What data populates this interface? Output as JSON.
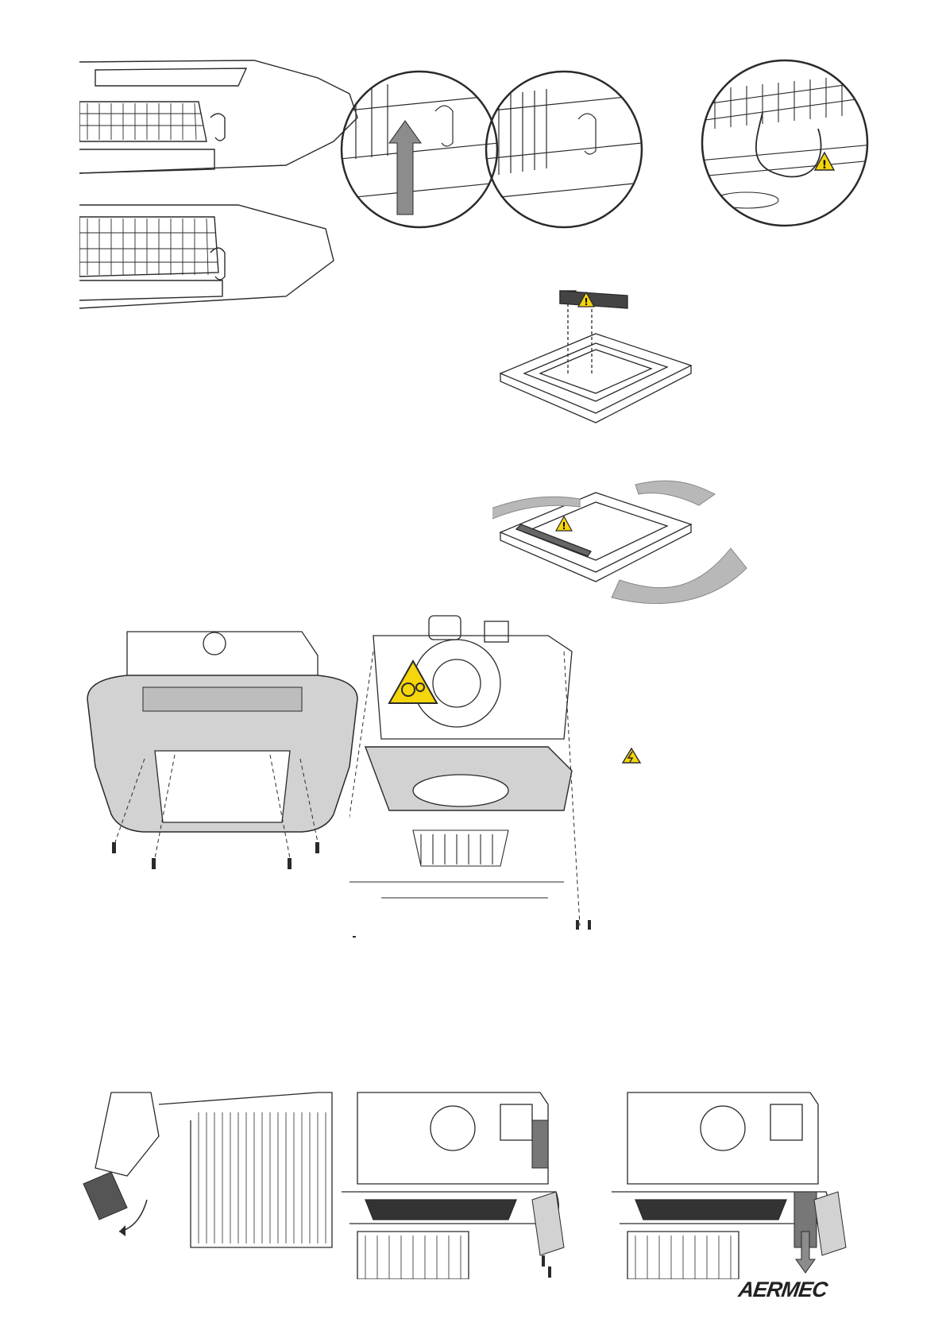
{
  "document": {
    "brand": "AERMEC",
    "colors": {
      "line": "#2a2a2a",
      "panel_grey": "#d2d2d2",
      "warning_yellow": "#f5d50b",
      "arrow_grey": "#8c8c8c"
    },
    "figures": [
      {
        "name": "grille-hook-detail",
        "icons": [
          "hook-icon",
          "up-arrow-icon"
        ]
      },
      {
        "name": "safety-cable-detail",
        "icons": [
          "warning-icon"
        ]
      },
      {
        "name": "grille-lift-off",
        "icons": [
          "warning-icon"
        ]
      },
      {
        "name": "grille-rotate",
        "icons": [
          "warning-icon",
          "rotate-arrow-icon"
        ]
      },
      {
        "name": "cover-panel-removal",
        "icons": [
          "screw-icon"
        ]
      },
      {
        "name": "fan-section-removal",
        "icons": [
          "moving-parts-warning-icon",
          "electrical-warning-icon"
        ]
      },
      {
        "name": "side-cover-opening",
        "icons": [
          "rotate-arrow-icon"
        ]
      },
      {
        "name": "electrical-box-screws",
        "icons": [
          "screw-icon"
        ]
      },
      {
        "name": "electrical-box-removal",
        "icons": [
          "down-arrow-icon"
        ]
      }
    ]
  }
}
